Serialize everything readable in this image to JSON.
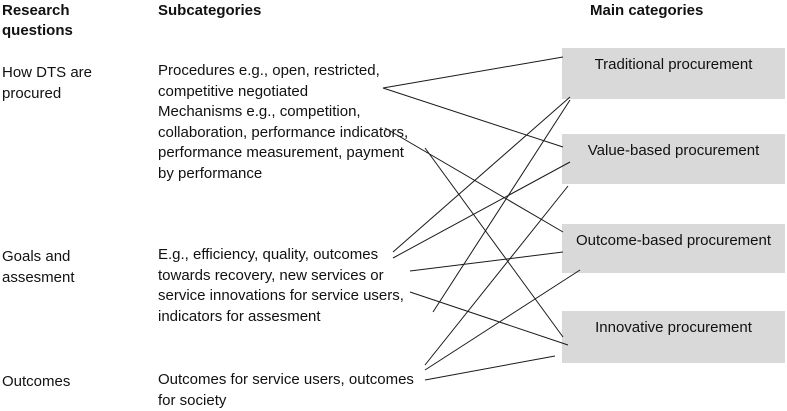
{
  "headers": {
    "research_questions": "Research questions",
    "subcategories": "Subcategories",
    "main_categories": "Main categories"
  },
  "research_questions": [
    {
      "line1": "How DTS are",
      "line2": "procured"
    },
    {
      "line1": "Goals and",
      "line2": "assesment"
    },
    {
      "line1": "Outcomes",
      "line2": ""
    }
  ],
  "subcategories": {
    "procured": [
      "Procedures e.g., open, restricted,",
      "competitive negotiated",
      "Mechanisms e.g., competition,",
      "collaboration, performance indicators,",
      "performance measurement, payment",
      "by performance"
    ],
    "goals": [
      "E.g., efficiency, quality, outcomes",
      "towards recovery, new services or",
      "service innovations for service users,",
      "indicators for assesment"
    ],
    "outcomes": [
      "Outcomes for service users, outcomes",
      "for society"
    ]
  },
  "main_categories": [
    "Traditional procurement",
    "Value-based procurement",
    "Outcome-based procurement",
    "Innovative procurement"
  ]
}
